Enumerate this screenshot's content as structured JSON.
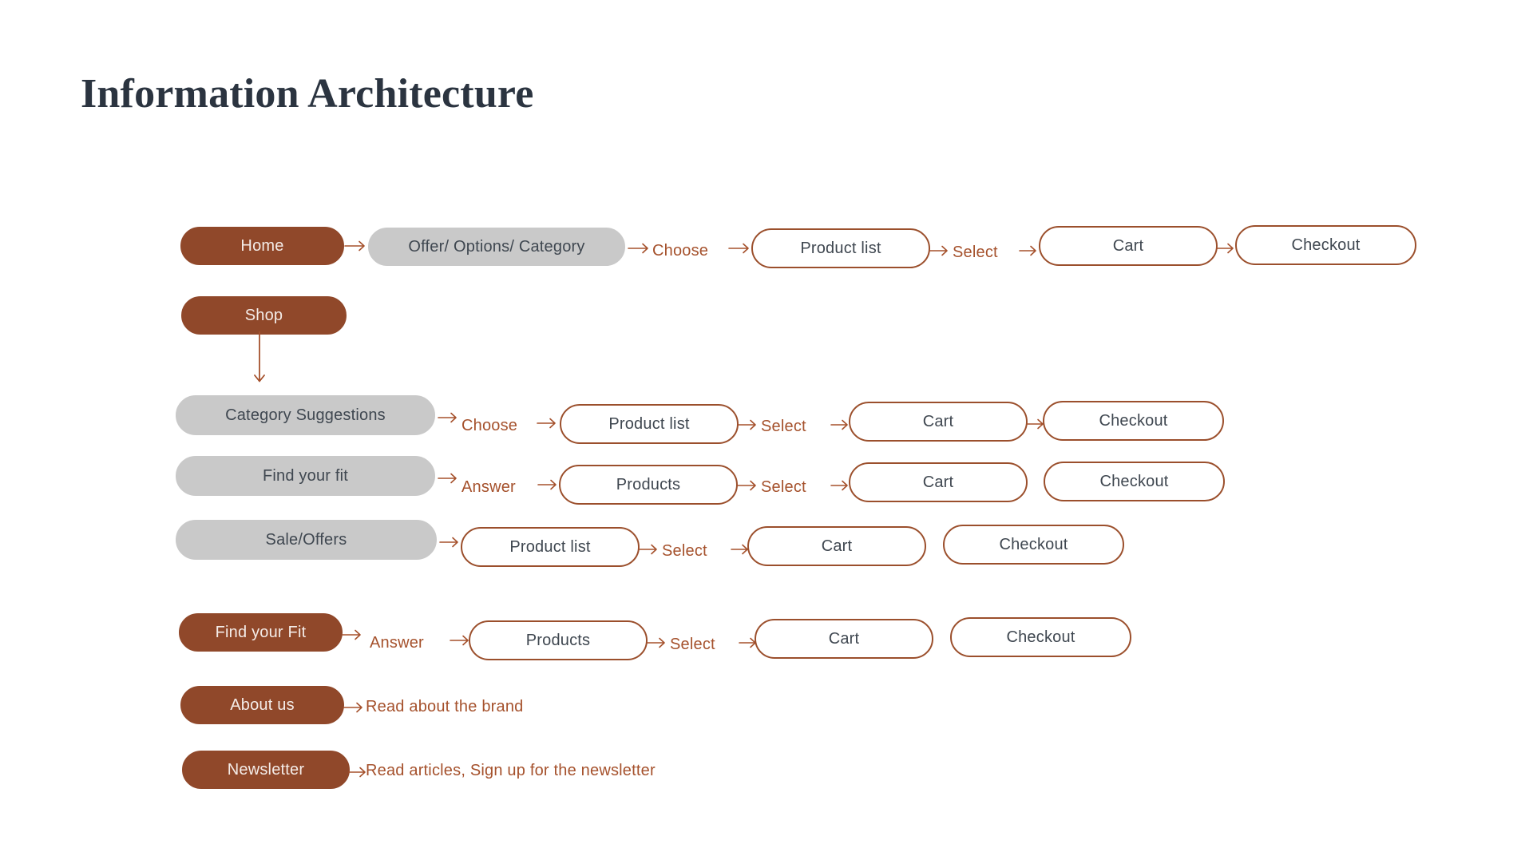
{
  "page": {
    "title": "Information Architecture",
    "title_color": "#2b3440",
    "background": "#ffffff"
  },
  "palette": {
    "brown_fill": "#90482a",
    "brown_text_on_fill": "#f4ece8",
    "gray_fill": "#c9c9c9",
    "node_text": "#3f4750",
    "outline_border": "#9b4f2c",
    "connector_text": "#a5512c"
  },
  "flows": [
    {
      "id": "home",
      "nodes": [
        {
          "label": "Home",
          "style": "brown"
        },
        {
          "label": "Offer/ Options/ Category",
          "style": "gray"
        },
        {
          "label": "Product list",
          "style": "outline"
        },
        {
          "label": "Cart",
          "style": "outline"
        },
        {
          "label": "Checkout",
          "style": "outline"
        }
      ],
      "connectors": [
        {
          "label": ""
        },
        {
          "label": "Choose"
        },
        {
          "label": "Select"
        },
        {
          "label": ""
        }
      ]
    },
    {
      "id": "shop",
      "nodes": [
        {
          "label": "Shop",
          "style": "brown"
        }
      ],
      "connectors": []
    },
    {
      "id": "category-suggestions",
      "nodes": [
        {
          "label": "Category Suggestions",
          "style": "gray"
        },
        {
          "label": "Product list",
          "style": "outline"
        },
        {
          "label": "Cart",
          "style": "outline"
        },
        {
          "label": "Checkout",
          "style": "outline"
        }
      ],
      "connectors": [
        {
          "label": "Choose"
        },
        {
          "label": "Select"
        },
        {
          "label": ""
        }
      ]
    },
    {
      "id": "find-your-fit-gray",
      "nodes": [
        {
          "label": "Find your fit",
          "style": "gray"
        },
        {
          "label": "Products",
          "style": "outline"
        },
        {
          "label": "Cart",
          "style": "outline"
        },
        {
          "label": "Checkout",
          "style": "outline"
        }
      ],
      "connectors": [
        {
          "label": "Answer"
        },
        {
          "label": "Select"
        }
      ]
    },
    {
      "id": "sale-offers",
      "nodes": [
        {
          "label": "Sale/Offers",
          "style": "gray"
        },
        {
          "label": "Product list",
          "style": "outline"
        },
        {
          "label": "Cart",
          "style": "outline"
        },
        {
          "label": "Checkout",
          "style": "outline"
        }
      ],
      "connectors": [
        {
          "label": ""
        },
        {
          "label": "Select"
        }
      ]
    },
    {
      "id": "find-your-fit-brown",
      "nodes": [
        {
          "label": "Find your Fit",
          "style": "brown"
        },
        {
          "label": "Products",
          "style": "outline"
        },
        {
          "label": "Cart",
          "style": "outline"
        },
        {
          "label": "Checkout",
          "style": "outline"
        }
      ],
      "connectors": [
        {
          "label": "Answer"
        },
        {
          "label": "Select"
        }
      ]
    },
    {
      "id": "about-us",
      "nodes": [
        {
          "label": "About us",
          "style": "brown"
        }
      ],
      "connectors": [
        {
          "label": "Read about the brand"
        }
      ]
    },
    {
      "id": "newsletter",
      "nodes": [
        {
          "label": "Newsletter",
          "style": "brown"
        }
      ],
      "connectors": [
        {
          "label": "Read articles, Sign up for the newsletter"
        }
      ]
    }
  ],
  "icons": {
    "arrow_right": "arrow-right-icon",
    "arrow_down": "arrow-down-icon"
  }
}
